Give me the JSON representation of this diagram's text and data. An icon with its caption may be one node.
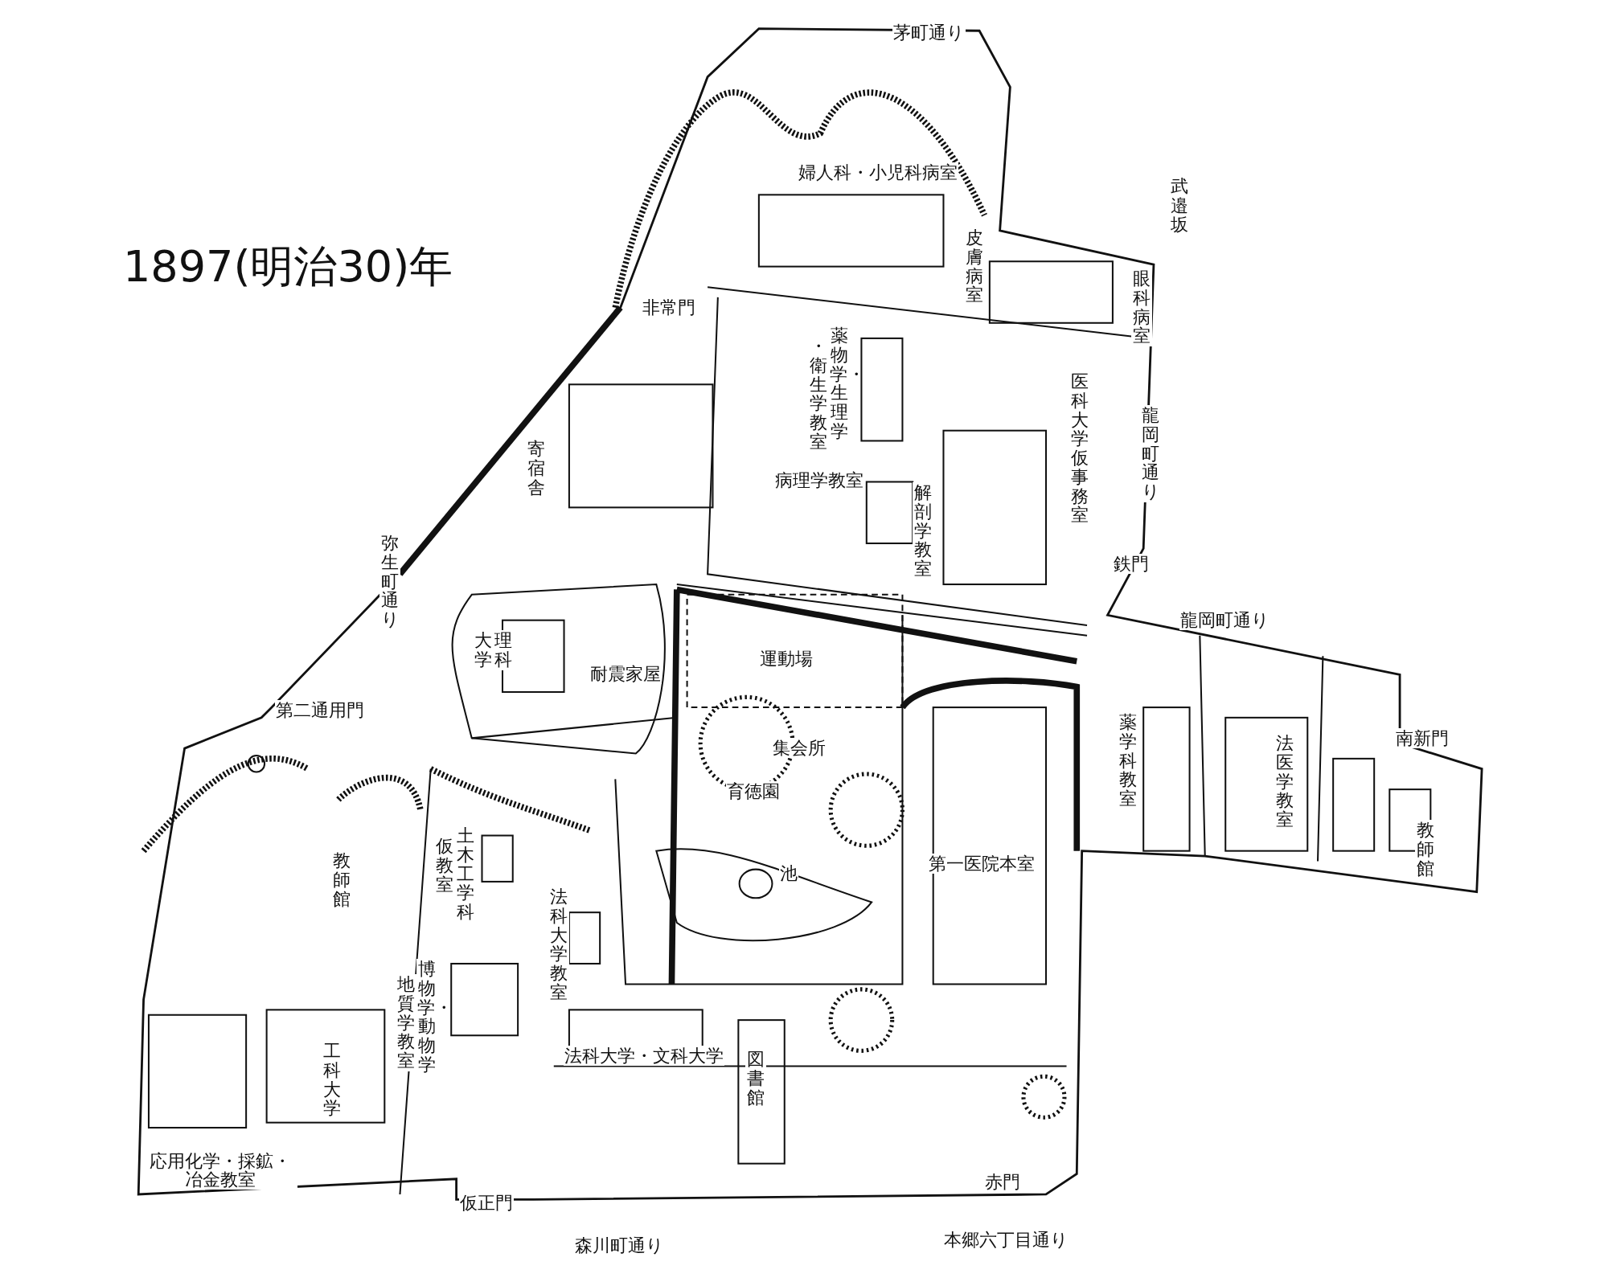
{
  "diagram": {
    "title": "1897(明治30)年",
    "labels": [
      "茅町通り",
      "婦人科・小児科病室",
      "武邉坂",
      "皮膚病室",
      "眼科病室",
      "非常門",
      "薬物学・生理学",
      "・衛生学教室",
      "医科大学仮事務室",
      "龍岡町通り",
      "寄宿舎",
      "病理学教室",
      "解剖学教室",
      "弥生町通り",
      "鉄門",
      "龍岡町通り",
      "運動場",
      "理科",
      "大学",
      "耐震家屋",
      "第二通用門",
      "集会所",
      "薬学科教室",
      "法医学教室",
      "南新門",
      "育徳園",
      "教師館",
      "土木工学科",
      "仮教室",
      "池",
      "第一医院本室",
      "教師館",
      "法科大学教室",
      "博物学・動物学",
      "地質学教室",
      "工科大学",
      "法科大学・文科大学",
      "図書館",
      "応用化学・採鉱・冶金教室",
      "仮正門",
      "赤門",
      "森川町通り",
      "本郷六丁目通り"
    ]
  }
}
